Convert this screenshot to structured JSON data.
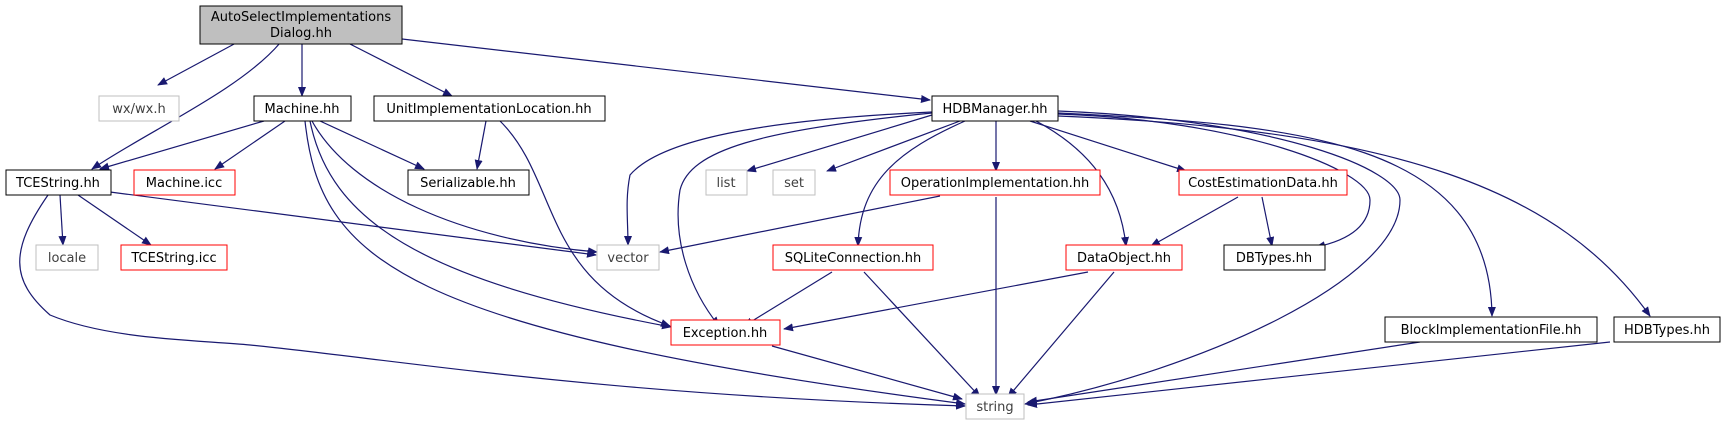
{
  "graph": {
    "root": {
      "lines": [
        "AutoSelectImplementations",
        "Dialog.hh"
      ]
    },
    "nodes": {
      "wxwx": "wx/wx.h",
      "machine": "Machine.hh",
      "unitimpl": "UnitImplementationLocation.hh",
      "hdbmanager": "HDBManager.hh",
      "tcestring": "TCEString.hh",
      "machineicc": "Machine.icc",
      "serializable": "Serializable.hh",
      "list": "list",
      "set": "set",
      "opimpl": "OperationImplementation.hh",
      "costest": "CostEstimationData.hh",
      "locale": "locale",
      "tcestringicc": "TCEString.icc",
      "vector": "vector",
      "sqlite": "SQLiteConnection.hh",
      "dataobject": "DataObject.hh",
      "dbtypes": "DBTypes.hh",
      "exception": "Exception.hh",
      "blockimpl": "BlockImplementationFile.hh",
      "hdbtypes": "HDBTypes.hh",
      "string": "string"
    },
    "colors": {
      "edge": "#191970",
      "root_fill": "#bfbfbf",
      "documented_border": "#000000",
      "incomplete_border": "#ff0000",
      "external_border": "#bfbfbf"
    }
  }
}
